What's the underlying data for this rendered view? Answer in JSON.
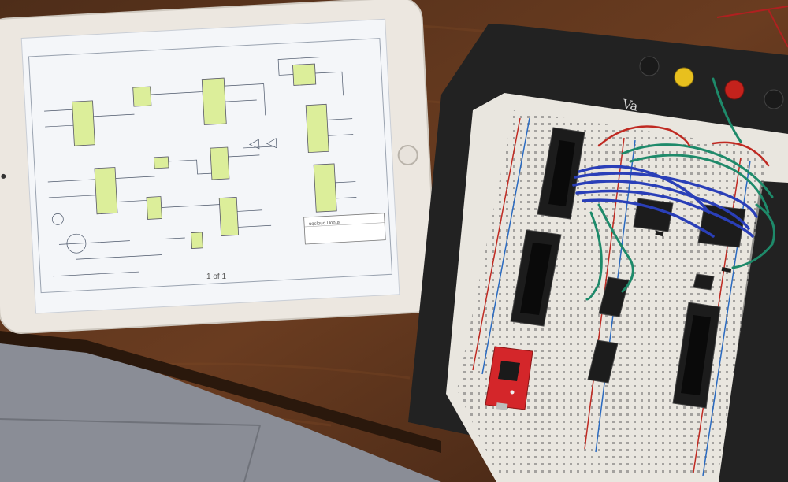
{
  "tablet": {
    "page_indicator": "1 of 1",
    "title_block_text": "uqcloud.l lobus"
  },
  "breadboard": {
    "label": "Va"
  },
  "colors": {
    "table": "#5a3520",
    "tablet_body": "#ece7e0",
    "screen": "#f4f6f9",
    "ic_fill": "#dcee9a",
    "board_base": "#222222",
    "breadboard": "#e9e6df",
    "wire_blue": "#2a3fb8",
    "wire_green": "#1e8a6a",
    "wire_red": "#c02a22",
    "pcb_red": "#d4262a"
  }
}
